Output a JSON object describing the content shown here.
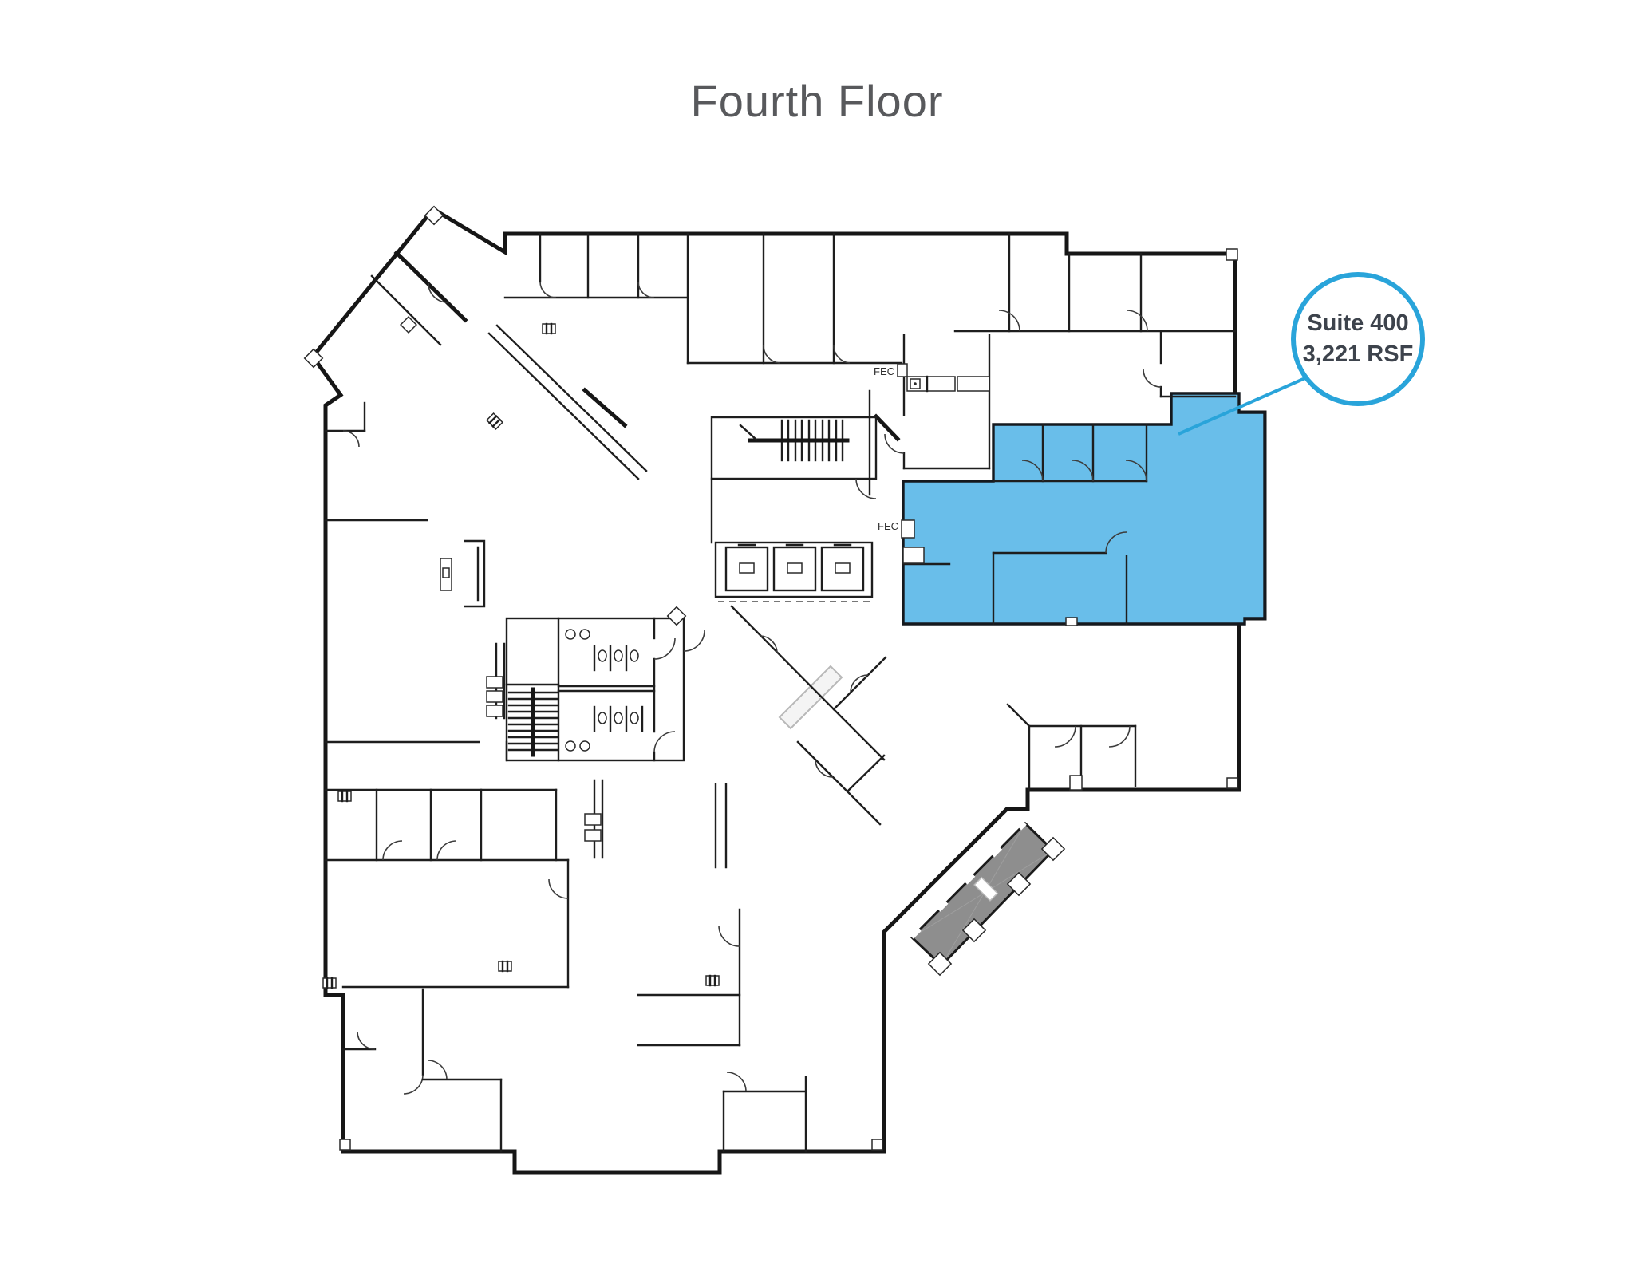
{
  "title": {
    "text": "Fourth Floor",
    "color": "#58595c"
  },
  "callout": {
    "line1": "Suite 400",
    "line2": "3,221 RSF",
    "circle_color": "#29a4da",
    "text_color": "#3d434c"
  },
  "labels": {
    "fec_upper": "FEC",
    "fec_lower": "FEC"
  },
  "plan": {
    "highlighted_suite": {
      "name": "Suite 400",
      "area_rsf": "3,221"
    },
    "colors": {
      "suite_fill": "#69beea",
      "terrace_fill": "#8e8e8e",
      "wall": "#1e1e1e",
      "skylight_fill": "#f4f4f4",
      "background": "#ffffff"
    }
  }
}
